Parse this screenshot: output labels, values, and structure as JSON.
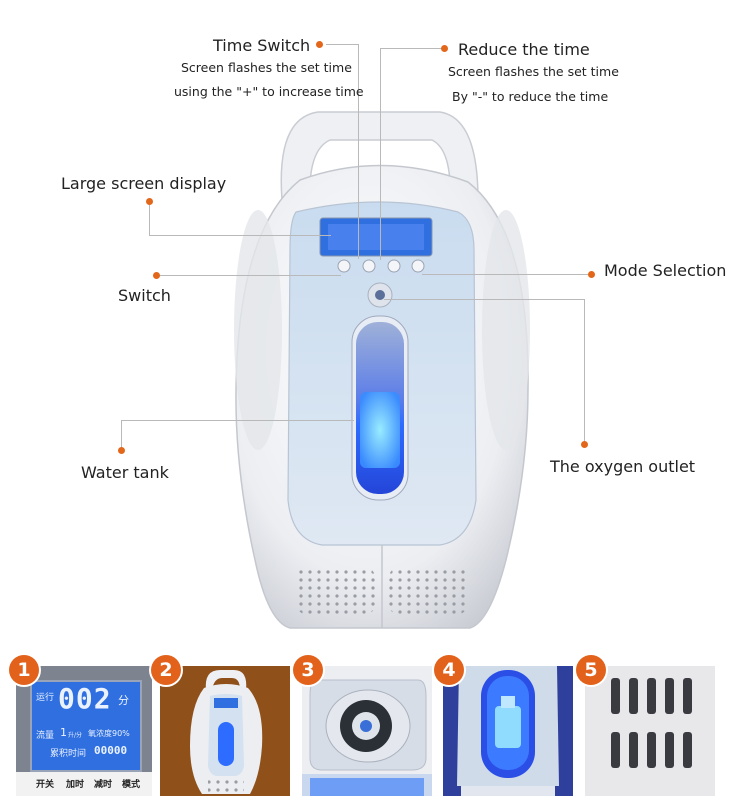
{
  "callouts": {
    "time_switch": {
      "title": "Time Switch",
      "line1": "Screen flashes the set time",
      "line2": "using the \"+\" to increase time"
    },
    "reduce_time": {
      "title": "Reduce the time",
      "line1": "Screen flashes the set time",
      "line2": "By \"-\" to reduce the time"
    },
    "large_screen": "Large screen display",
    "switch": "Switch",
    "mode_selection": "Mode Selection",
    "water_tank": "Water tank",
    "oxygen_outlet": "The oxygen outlet"
  },
  "device_buttons": [
    "开关",
    "加时",
    "减时",
    "模式"
  ],
  "thumbnails": [
    {
      "number": "1",
      "screen": {
        "run": "运行",
        "digits": "002",
        "unit": "分",
        "flow": "流量",
        "flow_val": "1",
        "flow_unit": "升/分",
        "conc": "氧浓度90%",
        "total": "累积时间",
        "total_digits": "00000"
      },
      "buttons": [
        "开关",
        "加时",
        "减时",
        "模式"
      ]
    },
    {
      "number": "2"
    },
    {
      "number": "3"
    },
    {
      "number": "4"
    },
    {
      "number": "5"
    }
  ],
  "colors": {
    "accent": "#e2621c",
    "screen_blue": "#2f6fe0",
    "device_white": "#eef0f4"
  }
}
